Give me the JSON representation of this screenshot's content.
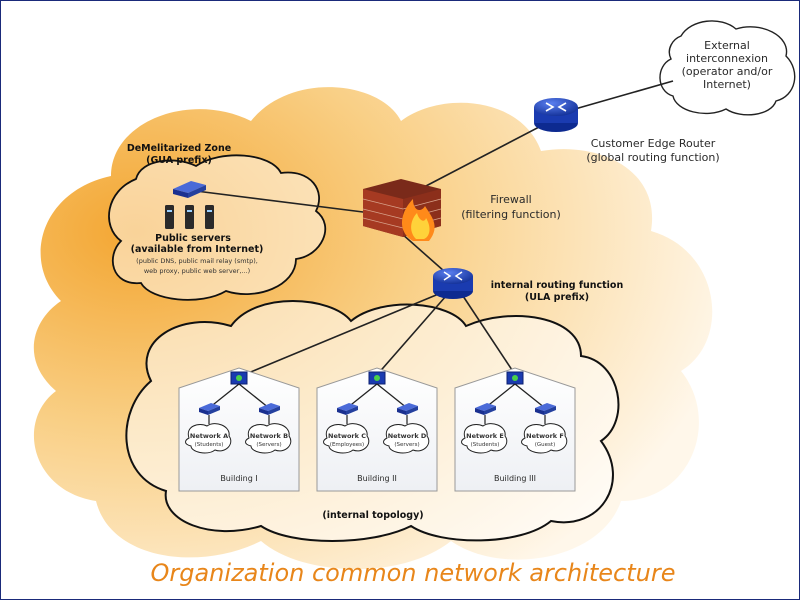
{
  "title": "Organization common network architecture",
  "external": {
    "line1": "External",
    "line2": "interconnexion",
    "line3": "(operator and/or",
    "line4": "Internet)"
  },
  "edge_router": {
    "line1": "Customer Edge Router",
    "line2": "(global routing function)"
  },
  "firewall": {
    "line1": "Firewall",
    "line2": "(filtering function)"
  },
  "dmz": {
    "title1": "DeMelitarized Zone",
    "title2": "(GUA prefix)",
    "servers1": "Public servers",
    "servers2": "(available from  Internet)",
    "detail1": "(public DNS, public mail relay (smtp),",
    "detail2": "web proxy, public web server,...)"
  },
  "internal_router": {
    "line1": "internal routing function",
    "line2": "(ULA prefix)"
  },
  "internal_topology": "(internal topology)",
  "buildings": [
    {
      "label": "Building I",
      "networks": [
        {
          "name": "Network A",
          "sub": "(Students)"
        },
        {
          "name": "Network B",
          "sub": "(Servers)"
        }
      ]
    },
    {
      "label": "Building II",
      "networks": [
        {
          "name": "Network C",
          "sub": "(Employees)"
        },
        {
          "name": "Network D",
          "sub": "(Servers)"
        }
      ]
    },
    {
      "label": "Building III",
      "networks": [
        {
          "name": "Network E",
          "sub": "(Students)"
        },
        {
          "name": "Network F",
          "sub": "(Guest)"
        }
      ]
    }
  ],
  "colors": {
    "cloud_orange": "#f6b040",
    "cloud_light": "#fff6e4",
    "router_blue": "#1e3fb0",
    "title_orange": "#e8861a"
  }
}
